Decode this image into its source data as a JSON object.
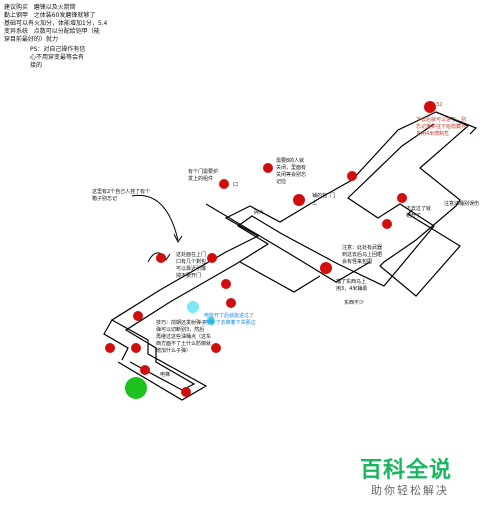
{
  "header_note": "建议购买   磨锋以及火箭筒\n勤上钢甲   之体装60发磨锋就够了\n基础可以有火加分，体能增加1分，5.4\n变异系统   点数可以分配给铠甲（能\n穿目前最好的）就力",
  "ps_note": "PS：对自己操作有信\n心不用穿变最等会有\n接的",
  "labels": {
    "l1": "这里有2个自己人挂了有个\n箱子别忘记",
    "l2": "有个门需要炉\n发上的组件",
    "l3": "口",
    "l4": "需要8的人就\n关闭，里面有\n关闭等会别忘\n记捡",
    "l5": "铺的包  门\n上",
    "l6": "碎片",
    "l7": "32",
    "l8": "下去后就可以进了，别\n忘记重新往下给隐藏点\n多用4米爬制危",
    "l9": "下去过了就\n铠开了",
    "l10": "注意油桶别误伤",
    "l11": "注意：此处有武器\n到这去后马上回晒\n会有怪来包围",
    "l12": "捕了东西马上\n用3，4米辅助",
    "l13": "这处面在上门\n口有几个剩包\n可以靠近引爆\n掉不要开门",
    "l14": "电能开了后就能进过了\n用电 了去推着下关那边",
    "l15": "技巧：前期还发射弹子\n弹可以切断别3，然后\n再继过这些油桶点（这东\n西方面不了土什么防御就\n增加什么子弹）",
    "l16": "东西不少",
    "l17": "电梯"
  },
  "watermark": {
    "main": "百科全说",
    "sub": "助你轻松解决"
  },
  "colors": {
    "red": "#d10e0e",
    "cyan": "#33e0f0",
    "green": "#1ec21e",
    "line": "#000000"
  },
  "icons": {
    "start": "green-circle-icon",
    "marker": "red-dot-icon",
    "item": "cyan-dot-icon",
    "pointer": "curved-arrow-icon"
  }
}
